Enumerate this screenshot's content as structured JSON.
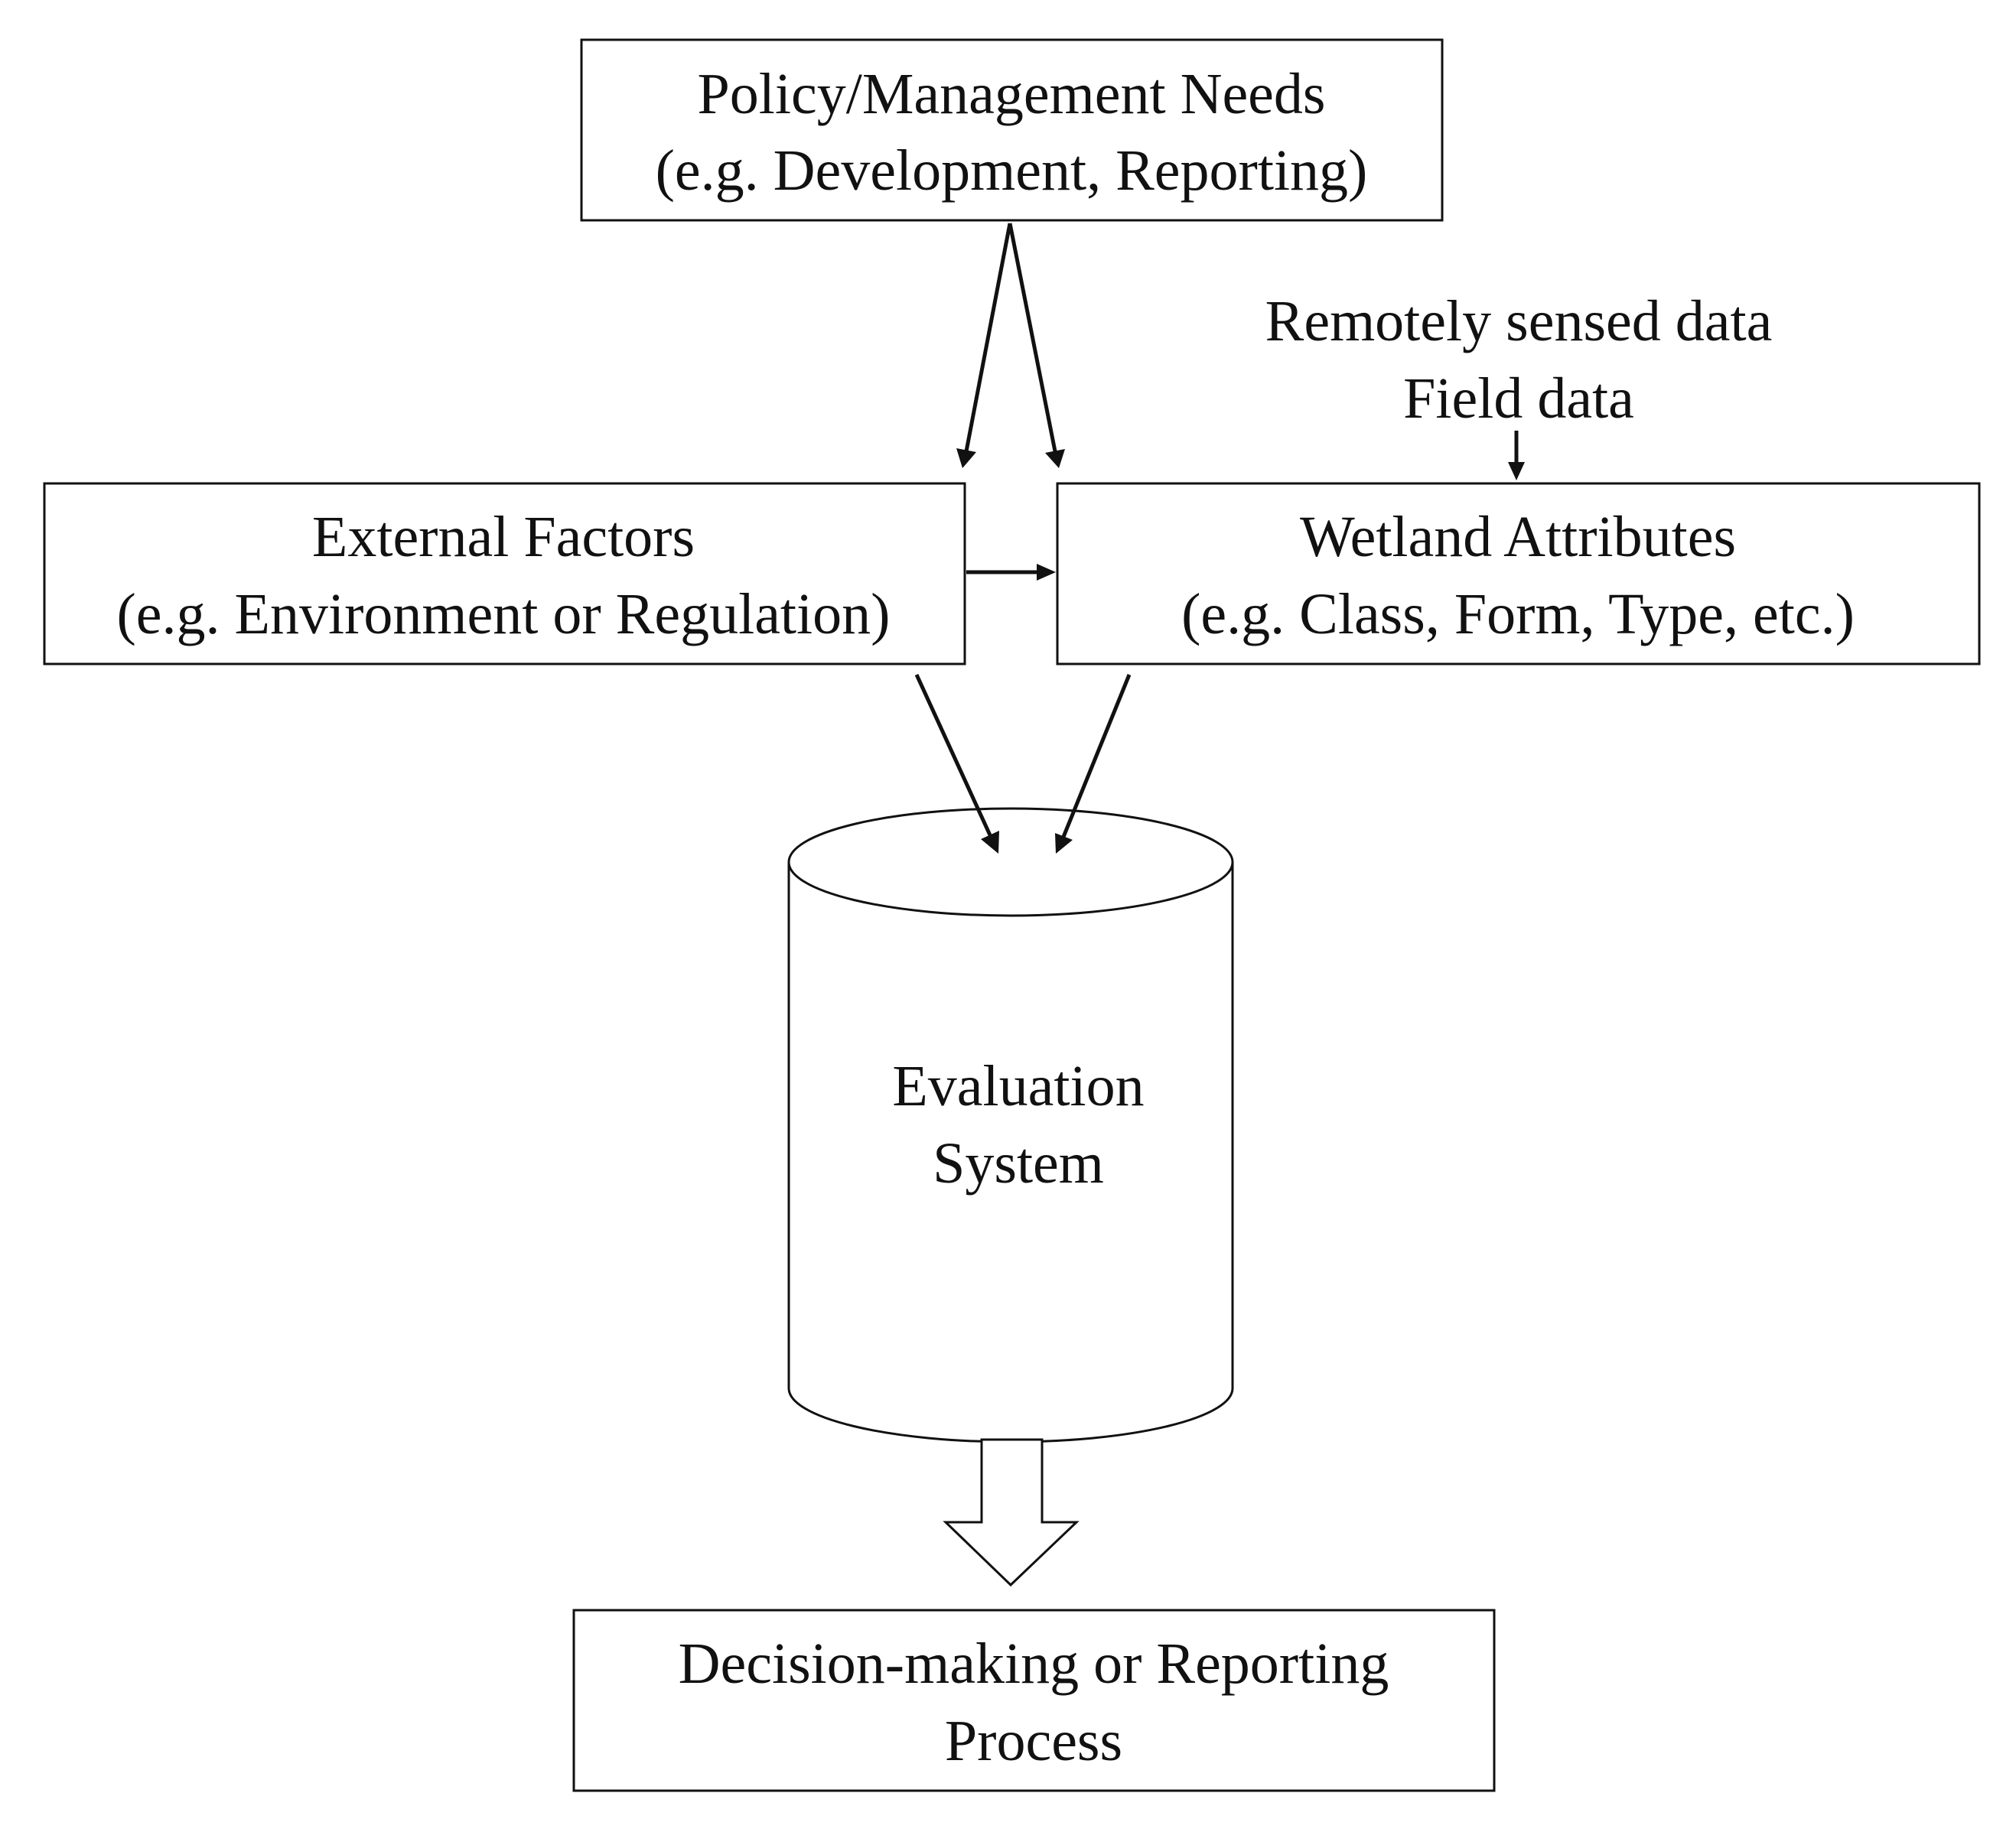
{
  "nodes": {
    "policy": {
      "line1": "Policy/Management Needs",
      "line2": "(e.g. Development, Reporting)"
    },
    "data_sources": {
      "line1": "Remotely sensed data",
      "line2": "Field data"
    },
    "external": {
      "line1": "External Factors",
      "line2": "(e.g. Environment or Regulation)"
    },
    "wetland": {
      "line1": "Wetland Attributes",
      "line2": "(e.g. Class, Form, Type, etc.)"
    },
    "evaluation": {
      "line1": "Evaluation",
      "line2": "System"
    },
    "decision": {
      "line1": "Decision-making or Reporting",
      "line2": "Process"
    }
  },
  "colors": {
    "stroke": "#111111",
    "background": "#ffffff"
  }
}
